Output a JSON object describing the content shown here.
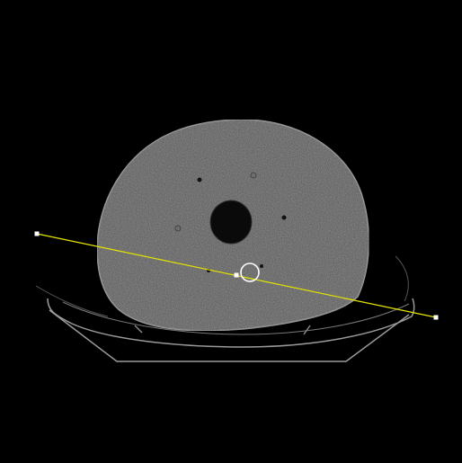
{
  "viewer": {
    "image_type": "CT axial slice",
    "background_color": "#000000"
  },
  "measurement_tool": {
    "tool": "line",
    "color": "#e6e600",
    "handle_color": "#ffffff",
    "handles": [
      "start-handle",
      "mid-handle",
      "end-handle"
    ]
  },
  "roi_tool": {
    "tool": "circle",
    "color": "#ffffff"
  }
}
